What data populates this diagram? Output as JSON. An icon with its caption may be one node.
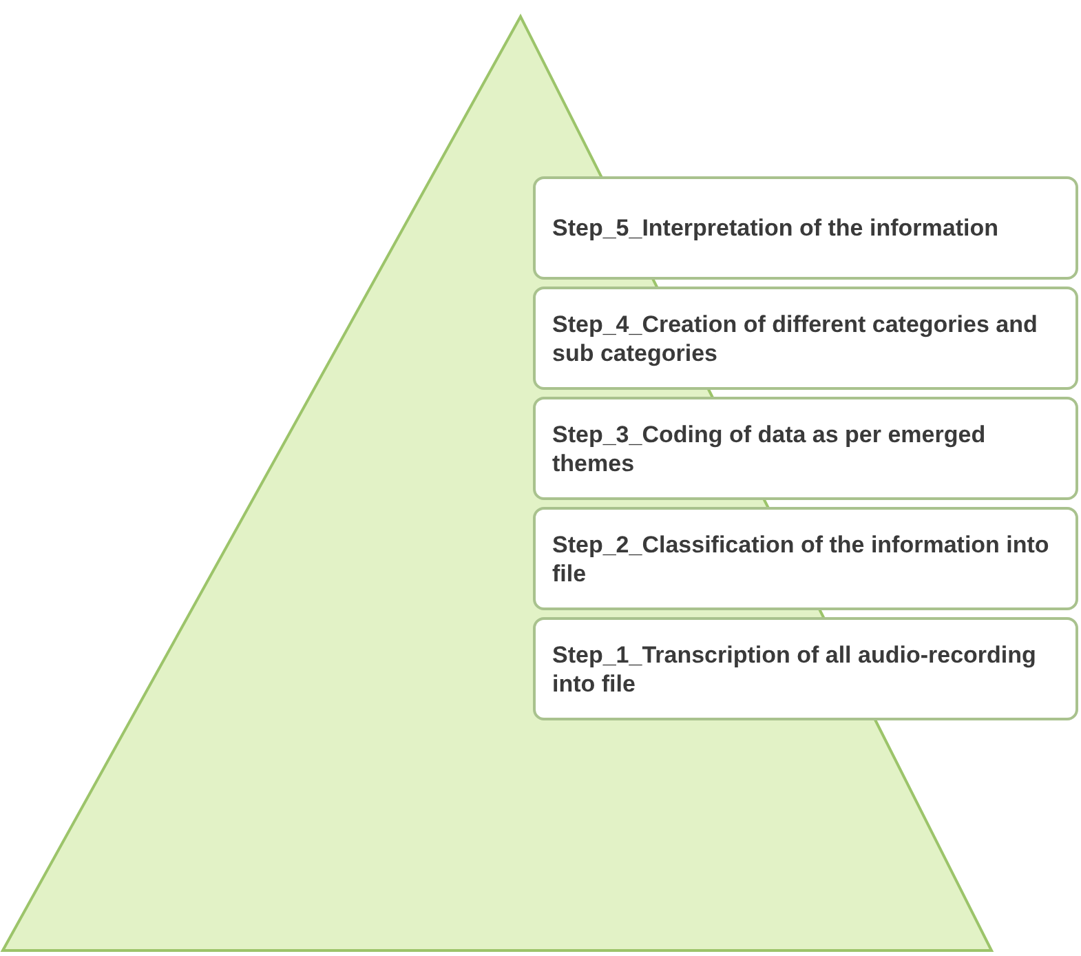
{
  "diagram": {
    "nodes": [
      {
        "text": [
          "Step_5_Interpretation of the information"
        ]
      },
      {
        "text": [
          "Step_4_Creation of different categories and sub categories"
        ]
      },
      {
        "text": [
          "Step_3_Coding of data as per emerged themes"
        ]
      },
      {
        "text": [
          "Step_2_Classification of the information into file"
        ]
      },
      {
        "text": [
          "Step_1_Transcription of all audio-recording into file"
        ]
      }
    ]
  }
}
